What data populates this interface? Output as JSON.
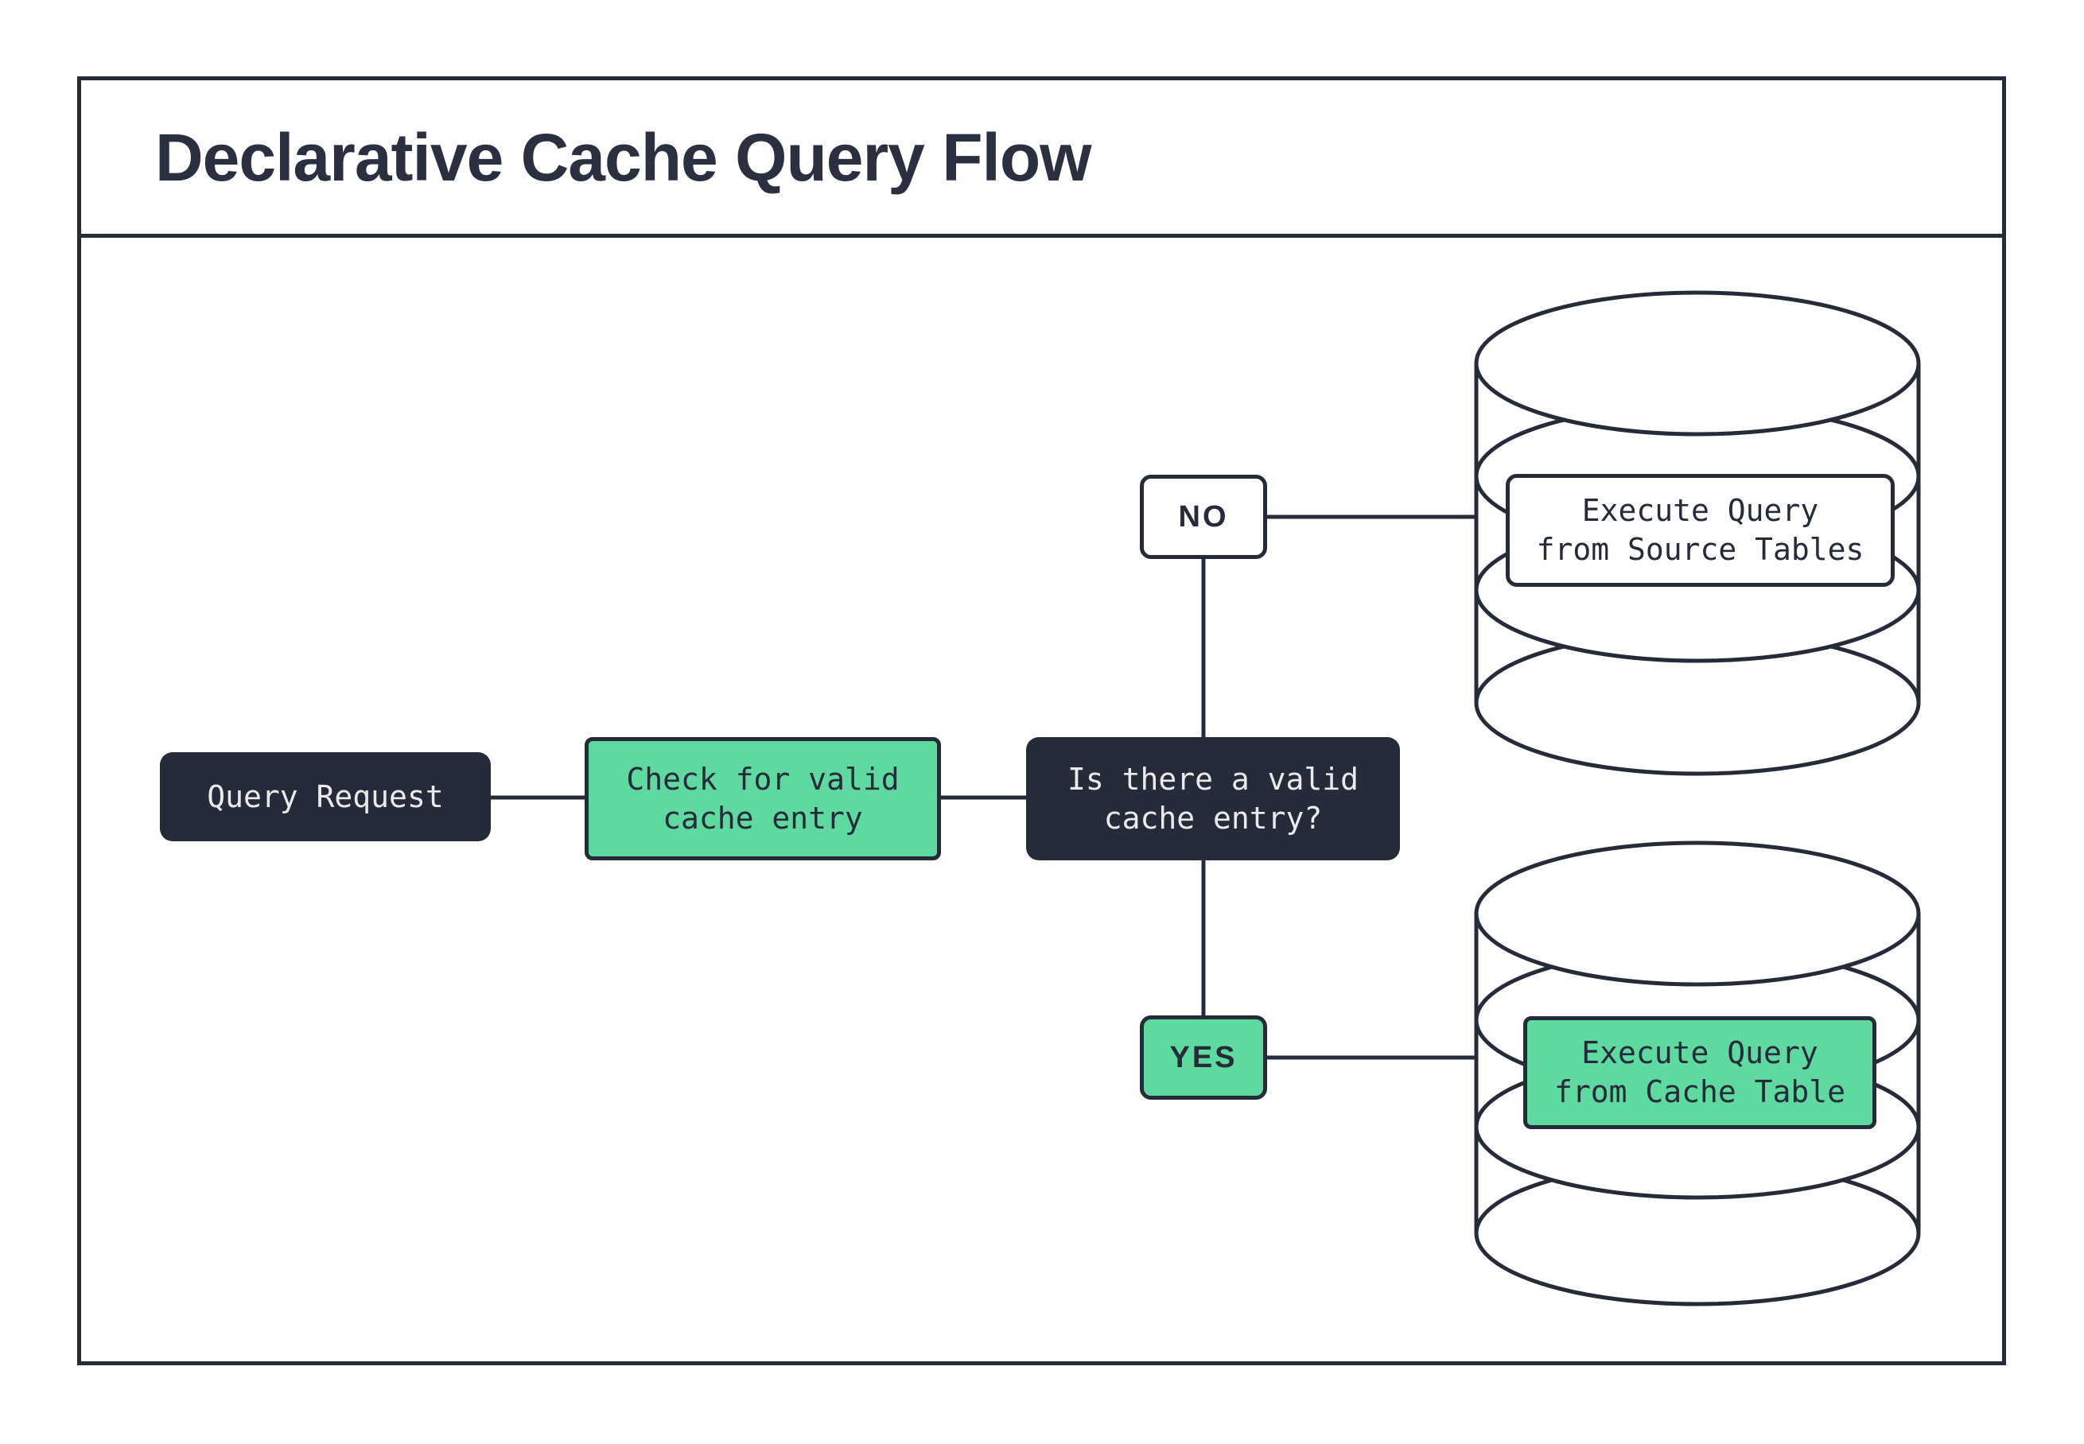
{
  "title": "Declarative Cache Query Flow",
  "nodes": {
    "query": {
      "label": "Query Request"
    },
    "check": {
      "label": "Check for valid\ncache entry"
    },
    "decision": {
      "label": "Is there a valid\ncache entry?"
    },
    "no_branch": {
      "label": "NO"
    },
    "yes_branch": {
      "label": "YES"
    },
    "source_db": {
      "label": "Execute Query\nfrom Source Tables"
    },
    "cache_db": {
      "label": "Execute Query\nfrom Cache Table"
    }
  },
  "colors": {
    "ink": "#262b3a",
    "green": "#5ed9a0",
    "paper": "#ffffff",
    "light_text": "#e8eaec"
  }
}
